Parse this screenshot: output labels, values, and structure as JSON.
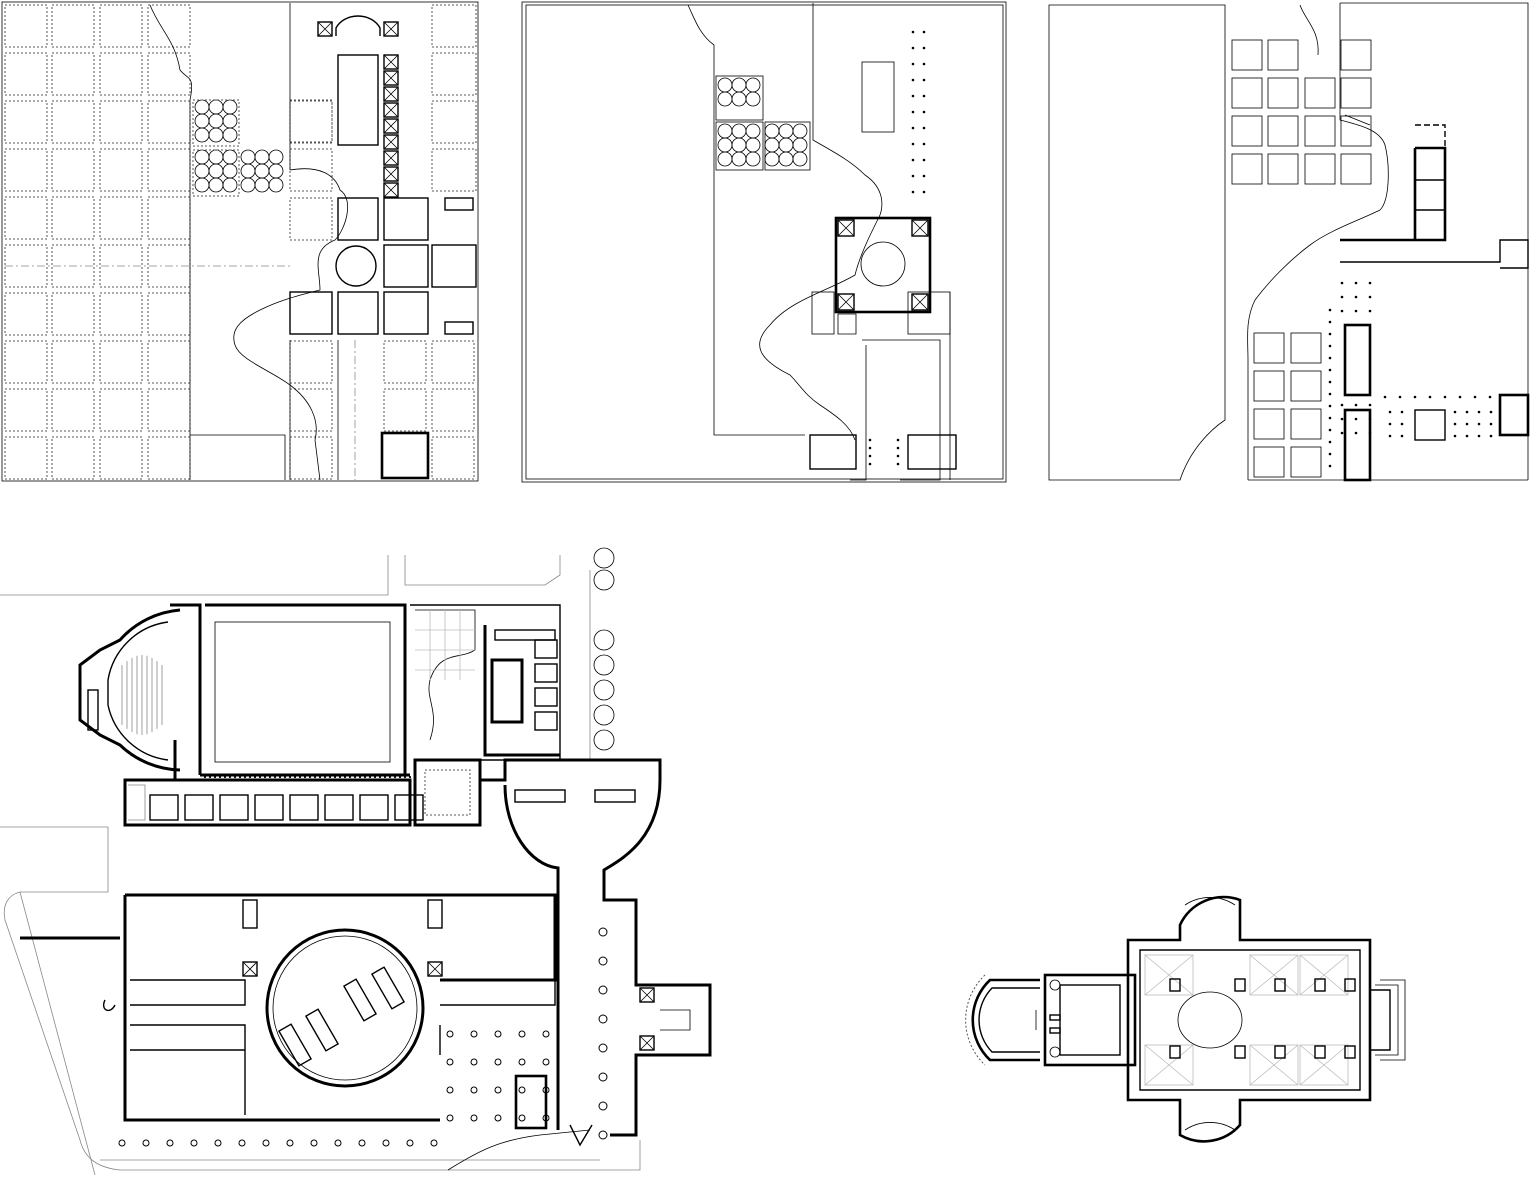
{
  "drawing": {
    "stroke_color": "#000000",
    "background": "#ffffff",
    "panels": [
      {
        "id": "site-phase-1",
        "kind": "figure-ground site plan"
      },
      {
        "id": "site-phase-2",
        "kind": "figure-ground site plan"
      },
      {
        "id": "site-phase-3",
        "kind": "figure-ground site plan"
      },
      {
        "id": "building-plan",
        "kind": "ground floor plan"
      },
      {
        "id": "church-plan",
        "kind": "basilica floor plan"
      }
    ]
  }
}
